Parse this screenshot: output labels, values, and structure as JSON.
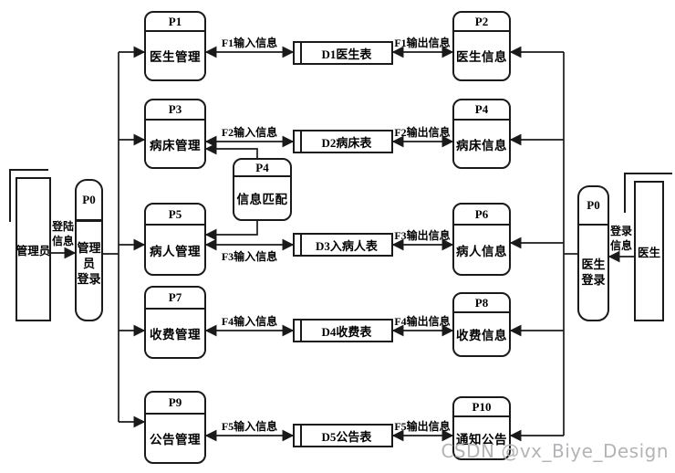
{
  "diagram": {
    "watermark": "CSDN @vx_Biye_Design",
    "entities": {
      "admin": {
        "label": "管理员"
      },
      "doctor": {
        "label": "医生"
      }
    },
    "login": {
      "admin": {
        "code": "P0",
        "label": "管理员登录",
        "lines": [
          "管理",
          "员",
          "登录"
        ],
        "flow_label": "登陆信息",
        "flow_lines": [
          "登陆",
          "信息"
        ]
      },
      "doctor": {
        "code": "P0",
        "label": "医生登录",
        "lines": [
          "医生",
          "登录"
        ],
        "flow_label": "登录信息",
        "flow_lines": [
          "登录",
          "信息"
        ]
      }
    },
    "matcher": {
      "code": "P4",
      "label": "信息匹配"
    },
    "rows": [
      {
        "left": {
          "code": "P1",
          "label": "医生管理"
        },
        "store": {
          "label": "D1医生表"
        },
        "right": {
          "code": "P2",
          "label": "医生信息"
        },
        "flow_in": "F1输入信息",
        "flow_out": "F1输出信息"
      },
      {
        "left": {
          "code": "P3",
          "label": "病床管理"
        },
        "store": {
          "label": "D2病床表"
        },
        "right": {
          "code": "P4",
          "label": "病床信息"
        },
        "flow_in": "F2输入信息",
        "flow_out": "F2输出信息"
      },
      {
        "left": {
          "code": "P5",
          "label": "病人管理"
        },
        "store": {
          "label": "D3入病人表"
        },
        "right": {
          "code": "P6",
          "label": "病人信息"
        },
        "flow_in": "F3输入信息",
        "flow_out": "F3输出信息"
      },
      {
        "left": {
          "code": "P7",
          "label": "收费管理"
        },
        "store": {
          "label": "D4收费表"
        },
        "right": {
          "code": "P8",
          "label": "收费信息"
        },
        "flow_in": "F4输入信息",
        "flow_out": "F4输出信息"
      },
      {
        "left": {
          "code": "P9",
          "label": "公告管理"
        },
        "store": {
          "label": "D5公告表"
        },
        "right": {
          "code": "P10",
          "label": "通知公告"
        },
        "flow_in": "F5输入信息",
        "flow_out": "F5输出信息"
      }
    ],
    "line_color": "#1a1a1a",
    "watermark_color": "#b4b4b8"
  }
}
